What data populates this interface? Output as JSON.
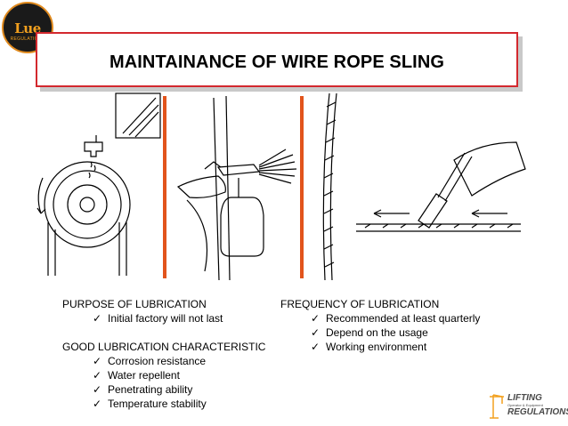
{
  "logo": {
    "text": "Lue",
    "subtitle": "REGULATIONS"
  },
  "title": "MAINTAINANCE OF WIRE ROPE SLING",
  "purpose": {
    "heading": "PURPOSE OF LUBRICATION",
    "items": [
      "Initial factory will not last"
    ]
  },
  "characteristic": {
    "heading": "GOOD LUBRICATION CHARACTERISTIC",
    "items": [
      "Corrosion resistance",
      "Water repellent",
      "Penetrating ability",
      "Temperature stability"
    ]
  },
  "frequency": {
    "heading": "FREQUENCY OF LUBRICATION",
    "items": [
      "Recommended at least quarterly",
      "Depend on the usage",
      "Working environment"
    ]
  },
  "brand": {
    "line1": "LIFTING",
    "line2": "Operator & Equipment",
    "line3": "REGULATIONS"
  },
  "icons": {
    "bullet": "check-icon",
    "illustration": "lubrication-methods-illustration"
  },
  "colors": {
    "title_border": "#d3282e",
    "divider": "#e2541c",
    "logo_accent": "#f2a01e"
  }
}
